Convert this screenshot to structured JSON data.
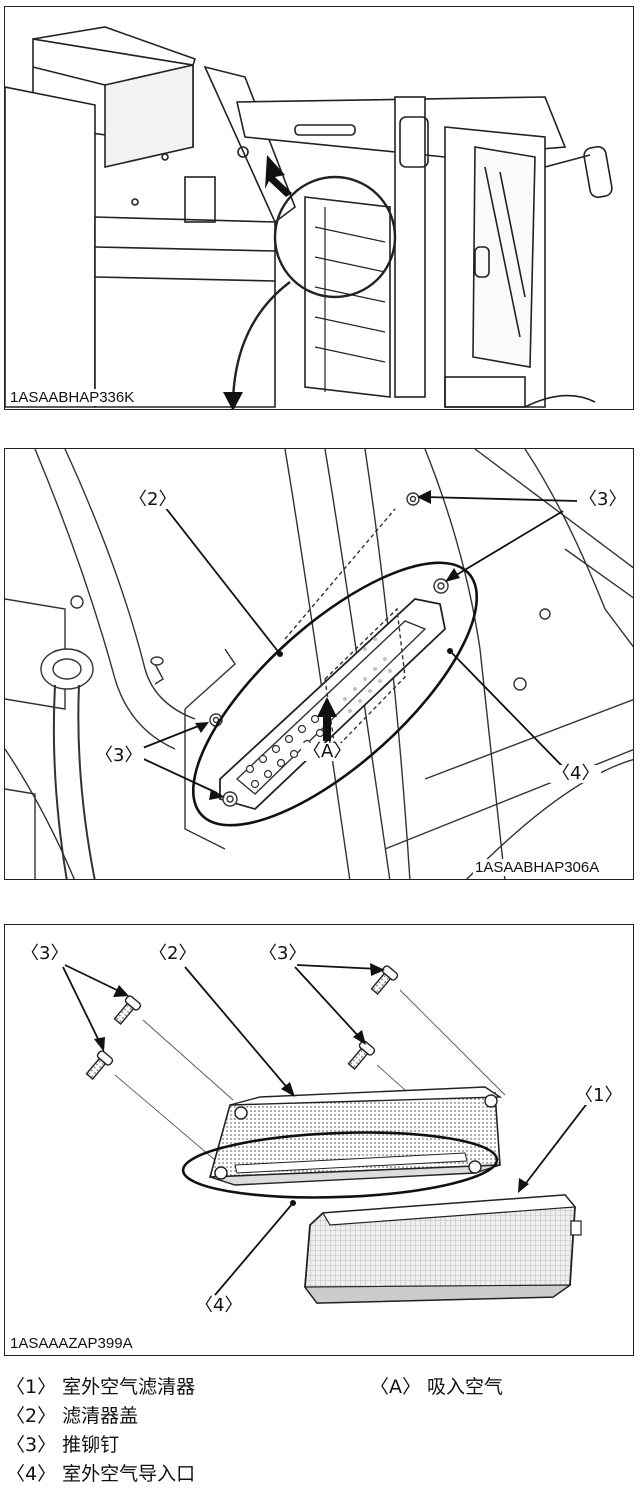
{
  "figures": [
    {
      "code": "1ASAABHAP336K"
    },
    {
      "code": "1ASAABHAP306A",
      "callouts": {
        "c2": "〈2〉",
        "c3_top": "〈3〉",
        "c3_left": "〈3〉",
        "cA": "〈A〉",
        "c4": "〈4〉"
      }
    },
    {
      "code": "1ASAAAZAP399A",
      "callouts": {
        "c3_left": "〈3〉",
        "c2": "〈2〉",
        "c3_mid": "〈3〉",
        "c1": "〈1〉",
        "c4": "〈4〉"
      }
    }
  ],
  "legend": {
    "item1": {
      "label": "〈1〉",
      "text": "室外空气滤清器"
    },
    "itemA": {
      "label": "〈A〉",
      "text": "吸入空气"
    },
    "item2": {
      "label": "〈2〉",
      "text": "滤清器盖"
    },
    "item3": {
      "label": "〈3〉",
      "text": "推铆钉"
    },
    "item4": {
      "label": "〈4〉",
      "text": "室外空气导入口"
    }
  }
}
